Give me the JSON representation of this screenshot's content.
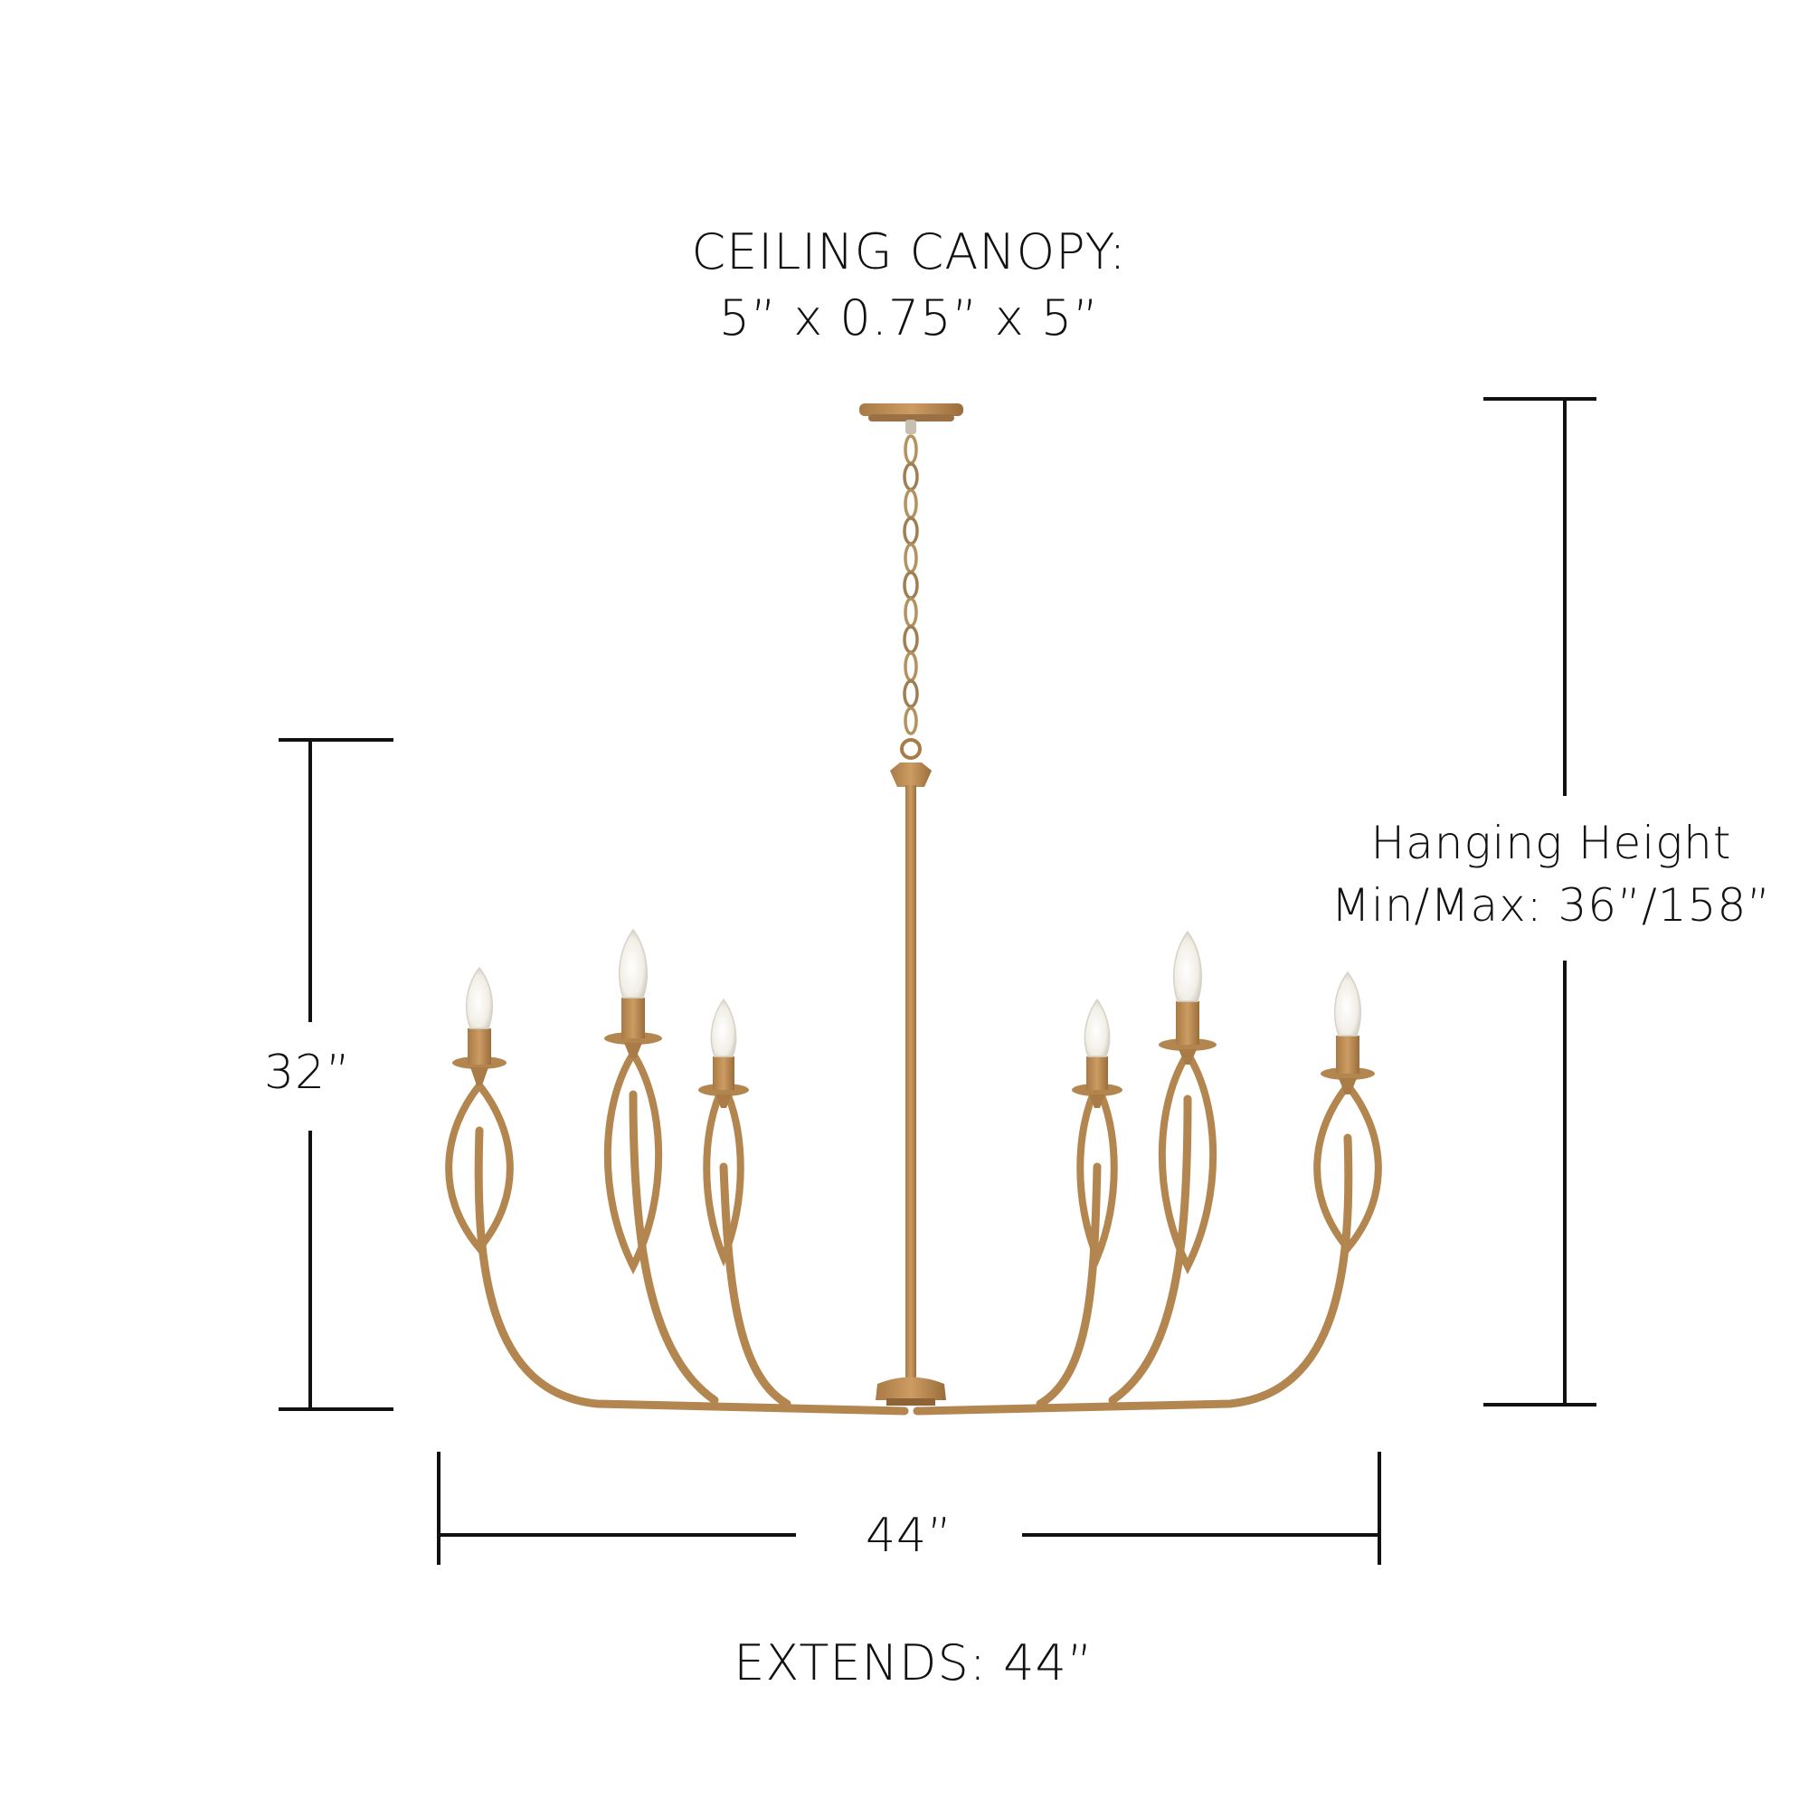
{
  "canopy": {
    "title": "CEILING CANOPY:",
    "dimensions": "5” x 0.75” x 5”"
  },
  "hanging_height": {
    "line1": "Hanging Height",
    "line2": "Min/Max: 36”/158”"
  },
  "fixture_height": {
    "label": "32”"
  },
  "fixture_width": {
    "label": "44”"
  },
  "extends": {
    "label": "EXTENDS: 44”"
  },
  "fixture": {
    "type": "6-light linear chandelier",
    "light_count": 6,
    "finish_color": "#b98a52",
    "finish_shadow": "#8e6437",
    "bulb_color": "#f4f1ea"
  },
  "colors": {
    "background": "#ffffff",
    "text": "#111111",
    "dimension_lines": "#111111"
  }
}
